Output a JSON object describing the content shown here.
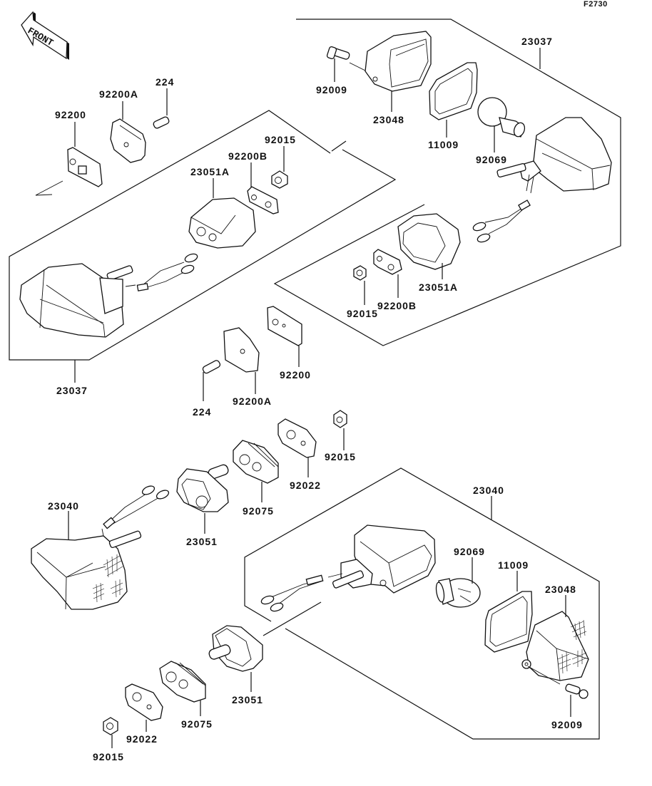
{
  "figure_code": "F2730",
  "front_arrow": {
    "label": "FRONT",
    "icon": "front-direction-arrow-icon"
  },
  "labels": {
    "fr_assy": "23037",
    "fr_lens": "23048",
    "fr_screw": "92009",
    "fr_gasket": "11009",
    "fr_bulb": "92069",
    "fr_grommet": "23051A",
    "fr_plate_b": "92200B",
    "fr_nut": "92015",
    "fl_assy": "23037",
    "fl_grommet": "23051A",
    "fl_plate_b": "92200B",
    "fl_nut": "92015",
    "top_bracket": "92200",
    "top_bracket_a": "92200A",
    "top_screw": "224",
    "mid_bracket": "92200",
    "mid_bracket_a": "92200A",
    "mid_screw": "224",
    "rl_assy": "23040",
    "rl_grommet": "23051",
    "rl_damper": "92075",
    "rl_plate": "92022",
    "rl_nut": "92015",
    "rr_assy": "23040",
    "rr_bulb": "92069",
    "rr_gasket": "11009",
    "rr_lens": "23048",
    "rr_screw": "92009",
    "rr_grommet": "23051",
    "rr_damper": "92075",
    "rr_plate": "92022",
    "rr_nut": "92015"
  }
}
